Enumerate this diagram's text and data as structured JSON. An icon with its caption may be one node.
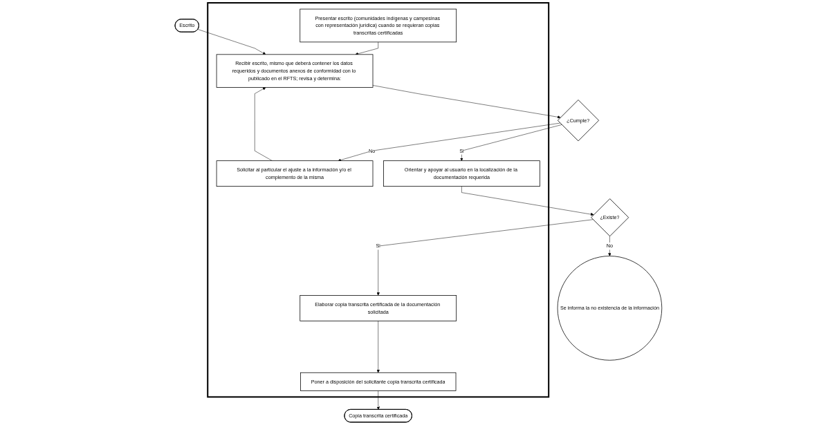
{
  "diagram": {
    "nodes": [
      {
        "text": [],
        "shape": "box"
      },
      {
        "text": [
          "Presentar escrito (comunidades indígenas y campesinas con representación jurídica) cuando se requieran copias transcritas certificadas"
        ],
        "in": 0
      },
      {
        "text": [
          "Escrito"
        ]
      },
      {
        "text": [
          "Recibir escrito, mismo que deberá contener los datos requeridos y documentos anexos de conformidad con lo publicado en el RFTS; revisa y determina:"
        ],
        "in": 0
      },
      {
        "text": [
          "¿Cumple?"
        ]
      },
      {
        "text": [
          "Solicitar al particular el ajuste a la información y/o el complemento de la misma"
        ],
        "in": 0
      },
      {
        "text": [
          "Orientar y apoyar al usuario en la localización de la documentación requerida"
        ],
        "in": 0
      },
      {
        "text": [
          "¿Existe?"
        ]
      },
      {
        "text": [
          "Se informa la no existencia de la información"
        ]
      },
      {
        "text": [
          "Elaborar copia transcrita certificada de la documentación solicitada"
        ],
        "in": 0
      },
      {
        "text": [
          "Poner a disposición del solicitante copia transcrita certificada"
        ],
        "in": 0
      },
      {
        "text": [
          "Copia transcrita certificada"
        ]
      }
    ],
    "edges": [
      {
        "from": 1,
        "to": 3,
        "arrow": "to"
      },
      {
        "from": 2,
        "to": 3,
        "arrow": "to"
      },
      {
        "from": 3,
        "to": 4,
        "arrow": "to"
      },
      {
        "from": 4,
        "to": 5,
        "arrow": "to",
        "label": "No"
      },
      {
        "from": 4,
        "to": 6,
        "arrow": "to",
        "label": "Si"
      },
      {
        "from": 5,
        "to": 3,
        "arrow": "to"
      },
      {
        "from": 6,
        "to": 7,
        "arrow": "to"
      },
      {
        "from": 7,
        "to": 8,
        "arrow": "to",
        "label": "No"
      },
      {
        "from": 7,
        "to": 9,
        "arrow": "to",
        "label": "Si"
      },
      {
        "from": 9,
        "to": 10,
        "arrow": "to"
      },
      {
        "from": 10,
        "to": 11,
        "arrow": "to"
      }
    ]
  }
}
